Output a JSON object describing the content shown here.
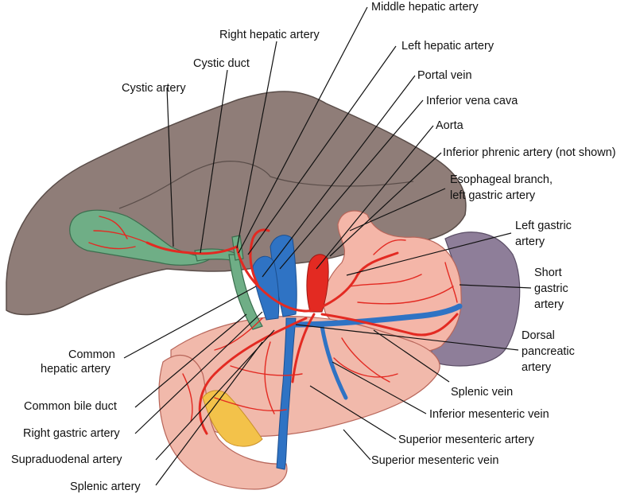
{
  "labels": {
    "middle_hepatic_artery": "Middle hepatic artery",
    "right_hepatic_artery": "Right hepatic artery",
    "left_hepatic_artery": "Left hepatic artery",
    "cystic_duct": "Cystic duct",
    "portal_vein": "Portal vein",
    "cystic_artery": "Cystic artery",
    "inferior_vena_cava": "Inferior vena cava",
    "aorta": "Aorta",
    "inferior_phrenic_artery": "Inferior phrenic artery (not shown)",
    "esophageal_branch_line1": "Esophageal branch,",
    "esophageal_branch_line2": "left gastric artery",
    "left_gastric_line1": "Left gastric",
    "left_gastric_line2": "artery",
    "short_gastric_line1": "Short",
    "short_gastric_line2": "gastric",
    "short_gastric_line3": "artery",
    "dorsal_pancreatic_line1": "Dorsal",
    "dorsal_pancreatic_line2": "pancreatic",
    "dorsal_pancreatic_line3": "artery",
    "common_hepatic_line1": "Common",
    "common_hepatic_line2": "hepatic artery",
    "splenic_vein": "Splenic vein",
    "common_bile_duct": "Common bile duct",
    "inferior_mesenteric_vein": "Inferior mesenteric vein",
    "right_gastric_artery": "Right gastric artery",
    "superior_mesenteric_artery": "Superior mesenteric artery",
    "supraduodenal_artery": "Supraduodenal artery",
    "superior_mesenteric_vein": "Superior mesenteric vein",
    "splenic_artery": "Splenic artery"
  },
  "colors": {
    "liver": "#8f7d78",
    "liver_stroke": "#5a4d49",
    "gallbladder": "#6fae86",
    "stomach": "#f4b6a8",
    "pancreas": "#f1b9ab",
    "spleen": "#8e7e99",
    "duodenum_fat": "#f3c24a",
    "artery": "#e32a22",
    "vein": "#2f73c4"
  }
}
